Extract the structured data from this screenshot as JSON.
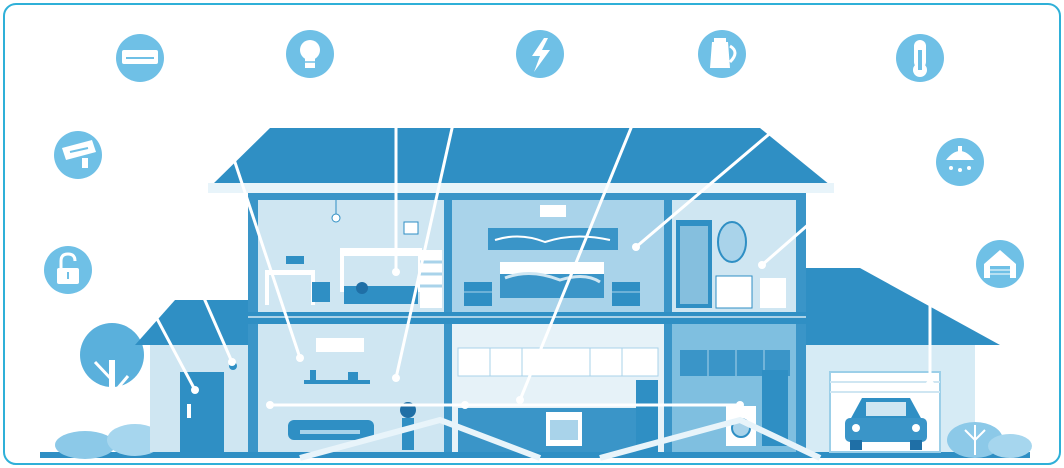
{
  "colors": {
    "frame": "#2fb0d8",
    "roof": "#2f8fc4",
    "wall_outer": "#3a95c8",
    "room_light": "#cfe6f2",
    "room_mid": "#a9d3ea",
    "room_dark": "#7fbfe0",
    "icon_circle": "#6fc0e6",
    "line": "#ffffff",
    "accent": "#1f6fa6",
    "ground": "#c6e3f1"
  },
  "icons": [
    {
      "id": "padlock",
      "name": "padlock-icon"
    },
    {
      "id": "cctv",
      "name": "cctv-camera-icon"
    },
    {
      "id": "ac",
      "name": "air-conditioner-icon"
    },
    {
      "id": "bulb",
      "name": "lightbulb-icon"
    },
    {
      "id": "power",
      "name": "lightning-bolt-icon"
    },
    {
      "id": "kettle",
      "name": "kettle-icon"
    },
    {
      "id": "thermo",
      "name": "thermometer-icon"
    },
    {
      "id": "shower",
      "name": "shower-head-icon"
    },
    {
      "id": "garage",
      "name": "garage-icon"
    }
  ],
  "scene": {
    "house": "two-storey-house-cutaway",
    "garage": "garage-with-car",
    "rooms": [
      "bedroom-kids",
      "bedroom-master",
      "bathroom",
      "living-room",
      "kitchen",
      "laundry"
    ]
  }
}
